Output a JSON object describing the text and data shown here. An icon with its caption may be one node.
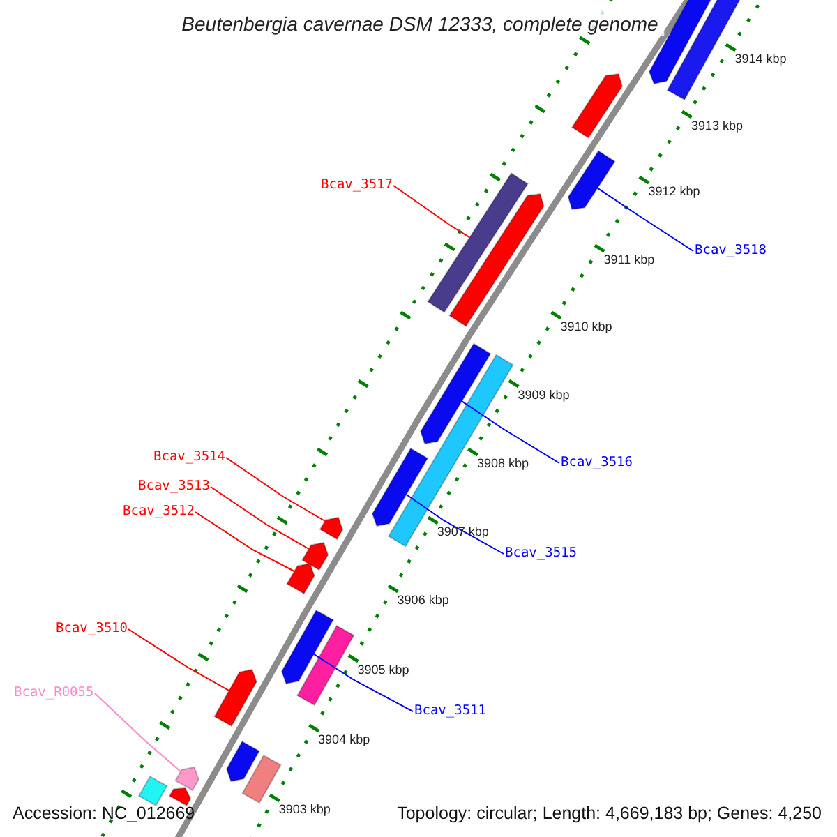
{
  "diagram": {
    "title": "Beutenbergia cavernae DSM 12333, complete genome",
    "nodes": [
      {
        "text": [
          "Bcav_3517"
        ]
      },
      {
        "text": [
          "Bcav_3518"
        ]
      },
      {
        "text": [
          "Bcav_3516"
        ]
      },
      {
        "text": [
          "Bcav_3514"
        ]
      },
      {
        "text": [
          "Bcav_3513"
        ]
      },
      {
        "text": [
          "Bcav_3512"
        ]
      },
      {
        "text": [
          "Bcav_3515"
        ]
      },
      {
        "text": [
          "Bcav_3510"
        ]
      },
      {
        "text": [
          "Bcav_R0055"
        ]
      },
      {
        "text": [
          "Bcav_3511"
        ]
      },
      {
        "text": [],
        "shape": "bar"
      },
      {
        "text": [],
        "shape": "pentagon"
      },
      {
        "text": [],
        "shape": "pentagon"
      },
      {
        "text": [],
        "shape": "pentagon"
      },
      {
        "text": [],
        "shape": "bar"
      },
      {
        "text": [],
        "shape": "pentagon"
      },
      {
        "text": [],
        "shape": "pentagon"
      },
      {
        "text": [],
        "shape": "bar"
      },
      {
        "text": [],
        "shape": "pentagon"
      },
      {
        "text": [],
        "shape": "pentagon"
      },
      {
        "text": [],
        "shape": "pentagon"
      },
      {
        "text": [],
        "shape": "pentagon"
      },
      {
        "text": [],
        "shape": "pentagon"
      },
      {
        "text": [],
        "shape": "bar"
      },
      {
        "text": [],
        "shape": "pentagon"
      },
      {
        "text": [],
        "shape": "pentagon"
      },
      {
        "text": [],
        "shape": "bar"
      },
      {
        "text": [],
        "shape": "pentagon"
      },
      {
        "text": [],
        "shape": "bar"
      },
      {
        "text": [],
        "shape": "pentagon"
      }
    ],
    "edges": [
      {
        "from": 0,
        "to": 14,
        "arrow": "none"
      },
      {
        "from": 1,
        "to": 13,
        "arrow": "none",
        "color": "#0000ff"
      },
      {
        "from": 2,
        "to": 16,
        "arrow": "none",
        "color": "#0000ff"
      },
      {
        "from": 3,
        "to": 19,
        "arrow": "none"
      },
      {
        "from": 4,
        "to": 20,
        "arrow": "none"
      },
      {
        "from": 5,
        "to": 21,
        "arrow": "none"
      },
      {
        "from": 6,
        "to": 18,
        "arrow": "none",
        "color": "#0000ff"
      },
      {
        "from": 7,
        "to": 24,
        "arrow": "none"
      },
      {
        "from": 8,
        "to": 27,
        "arrow": "none",
        "color": "#ff88cc"
      },
      {
        "from": 9,
        "to": 22,
        "arrow": "none",
        "color": "#0000ff"
      }
    ],
    "labels": [
      "3914 kbp",
      "3913 kbp",
      "3912 kbp",
      "3911 kbp",
      "3910 kbp",
      "3909 kbp",
      "3908 kbp",
      "3907 kbp",
      "3906 kbp",
      "3905 kbp",
      "3904 kbp",
      "3903 kbp",
      "Accession: NC_012669",
      "Topology: circular; Length: 4,669,183 bp; Genes: 4,250"
    ]
  }
}
